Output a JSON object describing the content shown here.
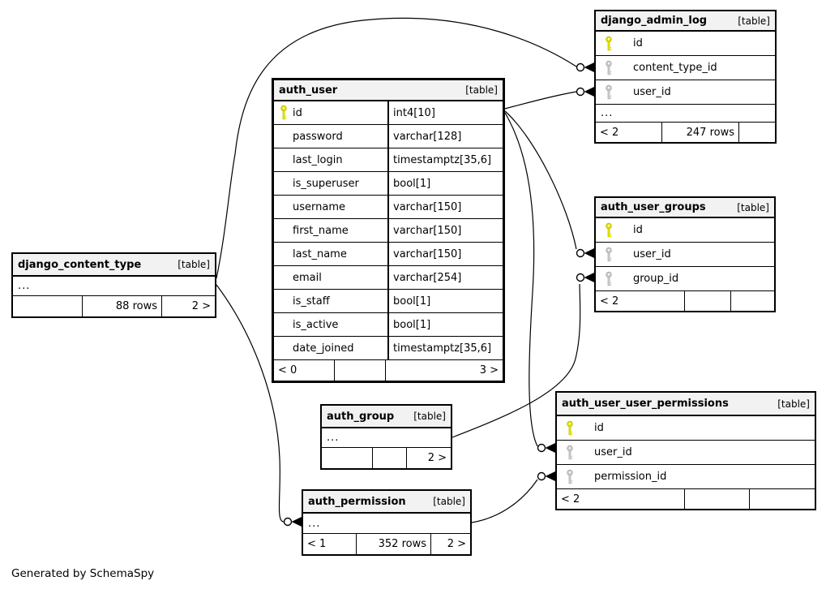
{
  "diagram": {
    "footer_note": "Generated by SchemaSpy",
    "colors": {
      "primary_key": "#e3e300",
      "primary_key_stroke": "#b9b900",
      "foreign_key": "#c9c9c9",
      "foreign_key_stroke": "#ababab",
      "header_bg": "#f2f2f2",
      "border": "#000000"
    },
    "tables": [
      {
        "name": "django_admin_log",
        "tag": "[table]",
        "emphasized": false,
        "columns": [
          {
            "name": "id",
            "key": "primary"
          },
          {
            "name": "content_type_id",
            "key": "foreign"
          },
          {
            "name": "user_id",
            "key": "foreign"
          },
          {
            "name": "...",
            "key": "none",
            "ellipsis": true
          }
        ],
        "footer": [
          "< 2",
          "247 rows",
          ""
        ]
      },
      {
        "name": "auth_user",
        "tag": "[table]",
        "emphasized": true,
        "columns": [
          {
            "name": "id",
            "type": "int4[10]",
            "key": "primary"
          },
          {
            "name": "password",
            "type": "varchar[128]",
            "key": "none"
          },
          {
            "name": "last_login",
            "type": "timestamptz[35,6]",
            "key": "none"
          },
          {
            "name": "is_superuser",
            "type": "bool[1]",
            "key": "none"
          },
          {
            "name": "username",
            "type": "varchar[150]",
            "key": "none"
          },
          {
            "name": "first_name",
            "type": "varchar[150]",
            "key": "none"
          },
          {
            "name": "last_name",
            "type": "varchar[150]",
            "key": "none"
          },
          {
            "name": "email",
            "type": "varchar[254]",
            "key": "none"
          },
          {
            "name": "is_staff",
            "type": "bool[1]",
            "key": "none"
          },
          {
            "name": "is_active",
            "type": "bool[1]",
            "key": "none"
          },
          {
            "name": "date_joined",
            "type": "timestamptz[35,6]",
            "key": "none"
          }
        ],
        "footer": [
          "< 0",
          "",
          "3 >"
        ]
      },
      {
        "name": "auth_user_groups",
        "tag": "[table]",
        "emphasized": false,
        "columns": [
          {
            "name": "id",
            "key": "primary"
          },
          {
            "name": "user_id",
            "key": "foreign"
          },
          {
            "name": "group_id",
            "key": "foreign"
          }
        ],
        "footer": [
          "< 2",
          "",
          ""
        ]
      },
      {
        "name": "django_content_type",
        "tag": "[table]",
        "emphasized": false,
        "columns": [
          {
            "name": "...",
            "key": "none",
            "ellipsis": true
          }
        ],
        "footer": [
          "",
          "88 rows",
          "2 >"
        ]
      },
      {
        "name": "auth_group",
        "tag": "[table]",
        "emphasized": false,
        "columns": [
          {
            "name": "...",
            "key": "none",
            "ellipsis": true
          }
        ],
        "footer": [
          "",
          "",
          "2 >"
        ]
      },
      {
        "name": "auth_user_user_permissions",
        "tag": "[table]",
        "emphasized": false,
        "columns": [
          {
            "name": "id",
            "key": "primary"
          },
          {
            "name": "user_id",
            "key": "foreign"
          },
          {
            "name": "permission_id",
            "key": "foreign"
          }
        ],
        "footer": [
          "< 2",
          "",
          ""
        ]
      },
      {
        "name": "auth_permission",
        "tag": "[table]",
        "emphasized": false,
        "columns": [
          {
            "name": "...",
            "key": "none",
            "ellipsis": true
          }
        ],
        "footer": [
          "< 1",
          "352 rows",
          "2 >"
        ]
      }
    ],
    "relationships": [
      {
        "from": "django_content_type",
        "to": "django_admin_log.content_type_id"
      },
      {
        "from": "auth_user.id",
        "to": "django_admin_log.user_id"
      },
      {
        "from": "auth_user.id",
        "to": "auth_user_groups.user_id"
      },
      {
        "from": "auth_group",
        "to": "auth_user_groups.group_id"
      },
      {
        "from": "auth_user.id",
        "to": "auth_user_user_permissions.user_id"
      },
      {
        "from": "auth_permission",
        "to": "auth_user_user_permissions.permission_id"
      },
      {
        "from": "django_content_type",
        "to": "auth_permission"
      }
    ]
  }
}
